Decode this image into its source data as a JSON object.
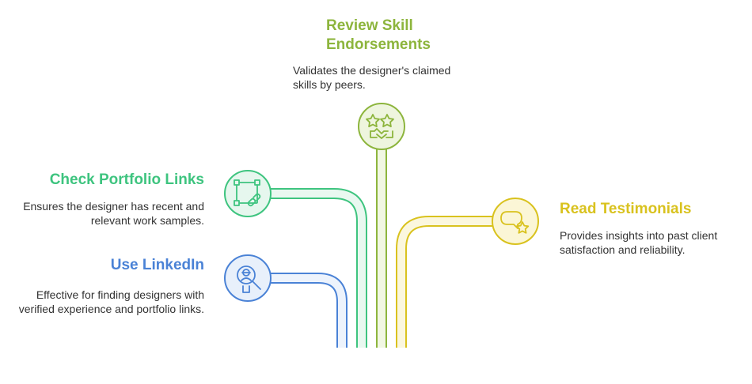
{
  "colors": {
    "review": "#8DB53D",
    "portfolio": "#3EC47F",
    "linkedin": "#4A82D6",
    "testimonials": "#D9C21E"
  },
  "items": {
    "review": {
      "title": "Review Skill Endorsements",
      "description": "Validates the designer's claimed skills by peers.",
      "icon": "star-rating-icon"
    },
    "portfolio": {
      "title": "Check Portfolio Links",
      "description": "Ensures the designer has recent and relevant work samples.",
      "icon": "portfolio-link-icon"
    },
    "linkedin": {
      "title": "Use LinkedIn",
      "description": "Effective for finding designers with verified experience and portfolio links.",
      "icon": "profile-search-icon"
    },
    "testimonials": {
      "title": "Read Testimonials",
      "description": "Provides insights into past client satisfaction and reliability.",
      "icon": "testimonial-chat-icon"
    }
  }
}
